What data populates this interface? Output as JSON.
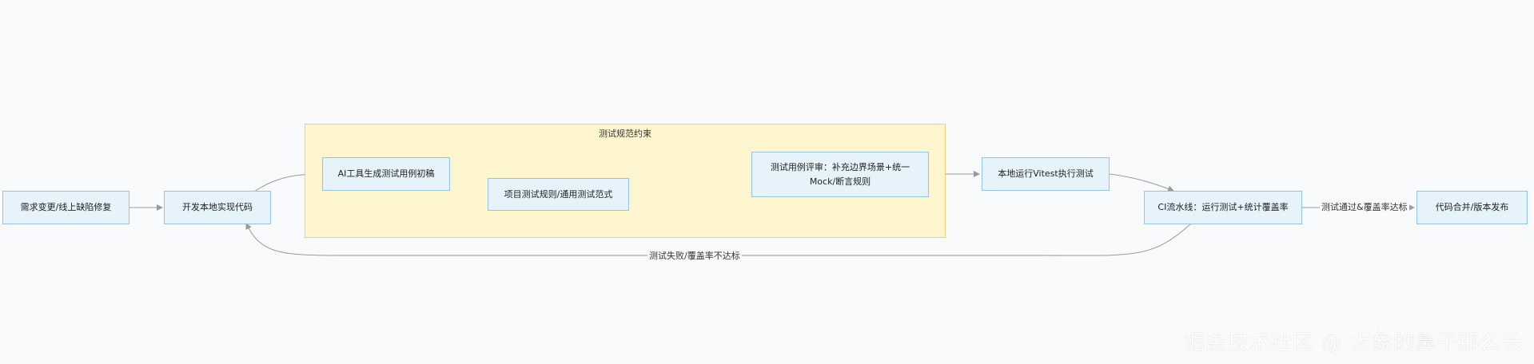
{
  "diagram": {
    "cluster": {
      "title": "测试规范约束"
    },
    "nodes": {
      "requirement": "需求变更/线上缺陷修复",
      "dev": "开发本地实现代码",
      "ai_gen": "AI工具生成测试用例初稿",
      "rules": "项目测试规则/通用测试范式",
      "review_line1": "测试用例评审：补充边界场景+统一",
      "review_line2": "Mock/断言规则",
      "vitest": "本地运行Vitest执行测试",
      "ci": "CI流水线：运行测试+统计覆盖率",
      "merge": "代码合并/版本发布"
    },
    "edge_labels": {
      "pass": "测试通过&覆盖率达标",
      "fail": "测试失败/覆盖率不达标"
    }
  },
  "watermark": "掘金技术社区 @ 大象的鼻子那么长",
  "colors": {
    "background": "#f9fafc",
    "node_fill": "#e6f3fb",
    "node_border": "#8ec5e8",
    "cluster_fill": "#fff6cf",
    "cluster_border": "#f0cf7a",
    "edge": "#9a9a9a"
  }
}
